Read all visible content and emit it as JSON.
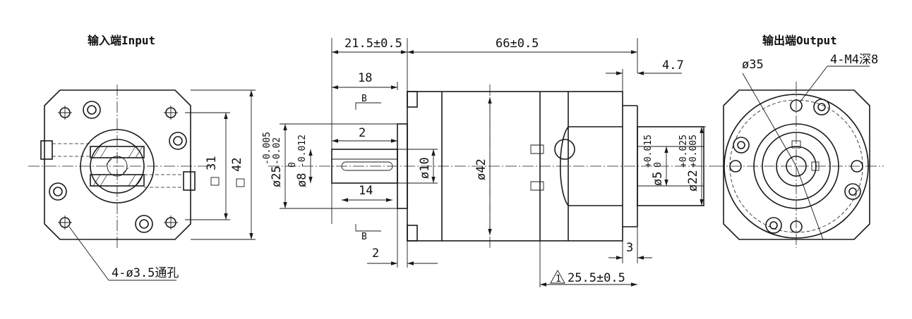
{
  "titles": {
    "input": "输入端Input",
    "output": "输出端Output"
  },
  "dimensions": {
    "flange_len": "21.5±0.5",
    "body_len": "66±0.5",
    "shaft_len": "18",
    "key_offset": "2",
    "key_len": "14",
    "flange_thk": "2",
    "cut_side": "4.7",
    "out_step": "3",
    "marked_len_flag": "1",
    "marked_len": "25.5±0.5",
    "bolt_pitch": "31",
    "square_size": "42",
    "bolt_circle": "ø35",
    "output_threads": "4-M4深8",
    "mounting_holes": "4-ø3.5通孔",
    "pilot_dia": "ø25",
    "pilot_tol_up": "-0.005",
    "pilot_tol_low": "-0.02",
    "shaft_dia": "ø8",
    "shaft_tol_up": "0",
    "shaft_tol_low": "-0.012",
    "key_width": "ø10",
    "body_dia": "ø42",
    "bore_dia": "ø5",
    "bore_tol_up": "+0.015",
    "bore_tol_low": "0",
    "hub_dia": "ø22",
    "hub_tol_up": "+0.025",
    "hub_tol_low": "+0.005",
    "section_mark": "B"
  }
}
